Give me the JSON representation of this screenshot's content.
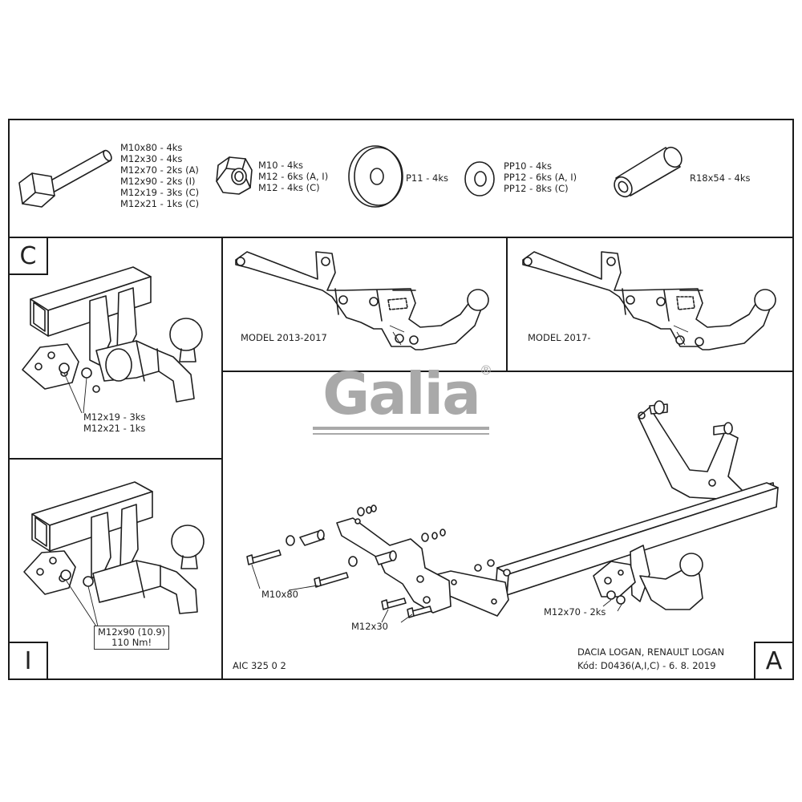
{
  "parts": {
    "bolts": [
      "M10x80 - 4ks",
      "M12x30 - 4ks",
      "M12x70 - 2ks (A)",
      "M12x90 - 2ks (I)",
      "M12x19 - 3ks (C)",
      "M12x21 - 1ks (C)"
    ],
    "nuts": [
      "M10 - 4ks",
      "M12 - 6ks (A, I)",
      "M12 - 4ks (C)"
    ],
    "washer": "P11 - 4ks",
    "spring_washers": [
      "PP10 - 4ks",
      "PP12 - 6ks (A, I)",
      "PP12 - 8ks (C)"
    ],
    "spacer": "R18x54 - 4ks"
  },
  "variant_c": {
    "letter": "C",
    "callouts": [
      "M12x19 - 3ks",
      "M12x21 - 1ks"
    ]
  },
  "variant_i": {
    "letter": "I",
    "callouts": [
      "M12x90 (10.9)",
      "110 Nm!"
    ]
  },
  "models": {
    "model_a": "MODEL 2013-2017",
    "model_b": "MODEL 2017-"
  },
  "logo": {
    "text": "Galia",
    "registered": "®"
  },
  "variant_a": {
    "letter": "A",
    "callout_m10x80": "M10x80",
    "callout_m12x30": "M12x30",
    "callout_m12x70": "M12x70 - 2ks"
  },
  "footer": {
    "drawing_code": "AIC 325 0 2",
    "vehicle": "DACIA LOGAN, RENAULT LOGAN",
    "code_date": "Kód: D0436(A,I,C) - 6. 8. 2019"
  }
}
